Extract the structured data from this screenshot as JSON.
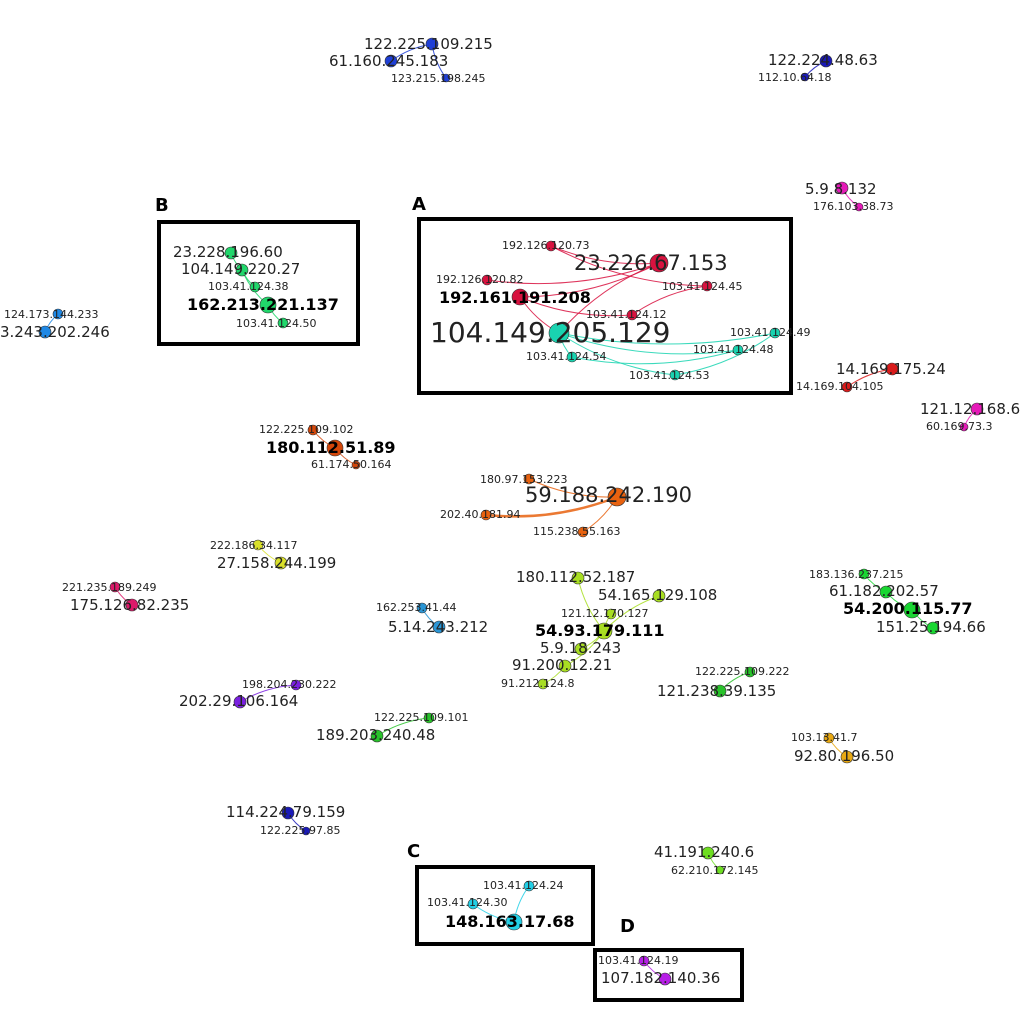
{
  "boxes": [
    {
      "letter": "A"
    },
    {
      "letter": "B"
    },
    {
      "letter": "C"
    },
    {
      "letter": "D"
    }
  ],
  "colors": {
    "blue": "#1f3fd6",
    "navy": "#1a1ab8",
    "crimson": "#d8123f",
    "teal": "#19d3b0",
    "green": "#21d66b",
    "sky": "#1e88e5",
    "orange": "#e8620f",
    "rust": "#d4470a",
    "yellow": "#d9e02a",
    "lime": "#a8de22",
    "pink": "#dc1a6a",
    "violet": "#7a20e0",
    "purple": "#b61fe6",
    "magenta": "#e51ab8",
    "red": "#d81b1b",
    "cyan": "#22cfe6",
    "gold": "#e8a812",
    "lgreen": "#6ede21",
    "bgreen": "#19d632",
    "mgreen": "#28c22a",
    "steel": "#2a96d6"
  },
  "nodes": [
    {
      "id": "n1",
      "label": "122.225.109.215",
      "color": "blue"
    },
    {
      "id": "n2",
      "label": "61.160.245.183",
      "color": "blue"
    },
    {
      "id": "n3",
      "label": "123.215.198.245",
      "color": "blue"
    },
    {
      "id": "n4",
      "label": "122.224.48.63",
      "color": "navy"
    },
    {
      "id": "n5",
      "label": "112.10.64.18",
      "color": "navy"
    },
    {
      "id": "n6",
      "label": "5.9.8.132",
      "color": "magenta"
    },
    {
      "id": "n7",
      "label": "176.103.38.73",
      "color": "magenta"
    },
    {
      "id": "a1",
      "label": "192.126.120.73",
      "color": "crimson"
    },
    {
      "id": "a2",
      "label": "23.226.67.153",
      "color": "crimson"
    },
    {
      "id": "a3",
      "label": "192.126.120.82",
      "color": "crimson"
    },
    {
      "id": "a4",
      "label": "192.161.191.208",
      "color": "crimson"
    },
    {
      "id": "a5",
      "label": "103.41.124.45",
      "color": "crimson"
    },
    {
      "id": "a6",
      "label": "103.41.124.12",
      "color": "crimson"
    },
    {
      "id": "a7",
      "label": "104.149.205.129",
      "color": "teal"
    },
    {
      "id": "a8",
      "label": "103.41.124.49",
      "color": "teal"
    },
    {
      "id": "a9",
      "label": "103.41.124.48",
      "color": "teal"
    },
    {
      "id": "a10",
      "label": "103.41.124.54",
      "color": "teal"
    },
    {
      "id": "a11",
      "label": "103.41.124.53",
      "color": "teal"
    },
    {
      "id": "b1",
      "label": "23.228.196.60",
      "color": "green"
    },
    {
      "id": "b2",
      "label": "104.149.220.27",
      "color": "green"
    },
    {
      "id": "b3",
      "label": "103.41.124.38",
      "color": "green"
    },
    {
      "id": "b4",
      "label": "162.213.221.137",
      "color": "green"
    },
    {
      "id": "b5",
      "label": "103.41.124.50",
      "color": "green"
    },
    {
      "id": "s1",
      "label": "124.173.144.233",
      "color": "sky"
    },
    {
      "id": "s2",
      "label": "3.243.202.246",
      "color": "sky"
    },
    {
      "id": "r1",
      "label": "14.169.175.24",
      "color": "red"
    },
    {
      "id": "r2",
      "label": "14.169.104.105",
      "color": "red"
    },
    {
      "id": "m1",
      "label": "121.12.168.6",
      "color": "magenta"
    },
    {
      "id": "m2",
      "label": "60.169.73.3",
      "color": "magenta"
    },
    {
      "id": "o1",
      "label": "122.225.109.102",
      "color": "rust"
    },
    {
      "id": "o2",
      "label": "180.112.51.89",
      "color": "rust"
    },
    {
      "id": "o3",
      "label": "61.174.50.164",
      "color": "rust"
    },
    {
      "id": "o4",
      "label": "180.97.153.223",
      "color": "orange"
    },
    {
      "id": "o5",
      "label": "59.188.242.190",
      "color": "orange"
    },
    {
      "id": "o6",
      "label": "202.40.181.94",
      "color": "orange"
    },
    {
      "id": "o7",
      "label": "115.238.55.163",
      "color": "orange"
    },
    {
      "id": "y1",
      "label": "222.186.34.117",
      "color": "yellow"
    },
    {
      "id": "y2",
      "label": "27.158.244.199",
      "color": "yellow"
    },
    {
      "id": "p1",
      "label": "221.235.189.249",
      "color": "pink"
    },
    {
      "id": "p2",
      "label": "175.126.82.235",
      "color": "pink"
    },
    {
      "id": "l1",
      "label": "180.112.52.187",
      "color": "lime"
    },
    {
      "id": "l2",
      "label": "54.165.129.108",
      "color": "lime"
    },
    {
      "id": "l3",
      "label": "121.12.170.127",
      "color": "lime"
    },
    {
      "id": "l4",
      "label": "54.93.179.111",
      "color": "lime"
    },
    {
      "id": "l5",
      "label": "5.9.18.243",
      "color": "lime"
    },
    {
      "id": "l6",
      "label": "91.200.12.21",
      "color": "lime"
    },
    {
      "id": "l7",
      "label": "91.212.124.8",
      "color": "lime"
    },
    {
      "id": "t1",
      "label": "162.253.41.44",
      "color": "steel"
    },
    {
      "id": "t2",
      "label": "5.14.243.212",
      "color": "steel"
    },
    {
      "id": "g1",
      "label": "183.136.237.215",
      "color": "bgreen"
    },
    {
      "id": "g2",
      "label": "61.182.202.57",
      "color": "bgreen"
    },
    {
      "id": "g3",
      "label": "54.200.115.77",
      "color": "bgreen"
    },
    {
      "id": "g4",
      "label": "151.25.194.66",
      "color": "bgreen"
    },
    {
      "id": "v1",
      "label": "198.204.230.222",
      "color": "violet"
    },
    {
      "id": "v2",
      "label": "202.29.106.164",
      "color": "violet"
    },
    {
      "id": "h1",
      "label": "122.225.109.101",
      "color": "mgreen"
    },
    {
      "id": "h2",
      "label": "189.203.240.48",
      "color": "mgreen"
    },
    {
      "id": "k1",
      "label": "122.225.109.222",
      "color": "mgreen"
    },
    {
      "id": "k2",
      "label": "121.238.39.135",
      "color": "mgreen"
    },
    {
      "id": "q1",
      "label": "103.13.41.7",
      "color": "gold"
    },
    {
      "id": "q2",
      "label": "92.80.196.50",
      "color": "gold"
    },
    {
      "id": "u1",
      "label": "114.224.79.159",
      "color": "navy"
    },
    {
      "id": "u2",
      "label": "122.225.97.85",
      "color": "navy"
    },
    {
      "id": "c1",
      "label": "103.41.124.24",
      "color": "cyan"
    },
    {
      "id": "c2",
      "label": "103.41.124.30",
      "color": "cyan"
    },
    {
      "id": "c3",
      "label": "148.163.17.68",
      "color": "cyan"
    },
    {
      "id": "w1",
      "label": "41.191.240.6",
      "color": "lgreen"
    },
    {
      "id": "w2",
      "label": "62.210.172.145",
      "color": "lgreen"
    },
    {
      "id": "d1",
      "label": "103.41.124.19",
      "color": "purple"
    },
    {
      "id": "d2",
      "label": "107.182.140.36",
      "color": "purple"
    }
  ],
  "edges": [
    [
      "n1",
      "n2"
    ],
    [
      "n1",
      "n3"
    ],
    [
      "n4",
      "n5"
    ],
    [
      "n6",
      "n7"
    ],
    [
      "a1",
      "a2"
    ],
    [
      "a3",
      "a2"
    ],
    [
      "a4",
      "a2"
    ],
    [
      "a4",
      "a6"
    ],
    [
      "a5",
      "a6"
    ],
    [
      "a4",
      "a7"
    ],
    [
      "a2",
      "a7"
    ],
    [
      "a1",
      "a5"
    ],
    [
      "a7",
      "a8"
    ],
    [
      "a7",
      "a9"
    ],
    [
      "a7",
      "a10"
    ],
    [
      "a7",
      "a11"
    ],
    [
      "a10",
      "a9"
    ],
    [
      "a11",
      "a8"
    ],
    [
      "b1",
      "b2"
    ],
    [
      "b2",
      "b3"
    ],
    [
      "b2",
      "b4"
    ],
    [
      "b4",
      "b5"
    ],
    [
      "s1",
      "s2"
    ],
    [
      "r1",
      "r2"
    ],
    [
      "m1",
      "m2"
    ],
    [
      "o1",
      "o2"
    ],
    [
      "o2",
      "o3"
    ],
    [
      "o4",
      "o5"
    ],
    [
      "o6",
      "o5"
    ],
    [
      "o7",
      "o5"
    ],
    [
      "y1",
      "y2"
    ],
    [
      "p1",
      "p2"
    ],
    [
      "l1",
      "l4"
    ],
    [
      "l2",
      "l4"
    ],
    [
      "l3",
      "l4"
    ],
    [
      "l5",
      "l4"
    ],
    [
      "l6",
      "l4"
    ],
    [
      "l7",
      "l6"
    ],
    [
      "t1",
      "t2"
    ],
    [
      "g1",
      "g2"
    ],
    [
      "g2",
      "g3"
    ],
    [
      "g3",
      "g4"
    ],
    [
      "v1",
      "v2"
    ],
    [
      "h1",
      "h2"
    ],
    [
      "k1",
      "k2"
    ],
    [
      "q1",
      "q2"
    ],
    [
      "u1",
      "u2"
    ],
    [
      "c1",
      "c3"
    ],
    [
      "c2",
      "c3"
    ],
    [
      "w1",
      "w2"
    ],
    [
      "d1",
      "d2"
    ]
  ]
}
